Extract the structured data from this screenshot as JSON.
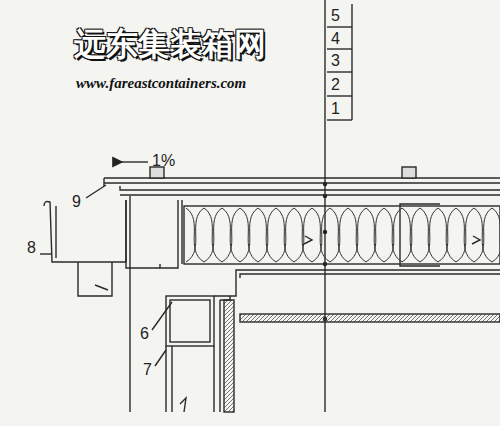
{
  "diagram": {
    "labels": [
      "远东集装箱网",
      "www.fareastcontainers.com",
      "5",
      "4",
      "3",
      "2",
      "1",
      "1%",
      "9",
      "8",
      "6",
      "7"
    ]
  }
}
